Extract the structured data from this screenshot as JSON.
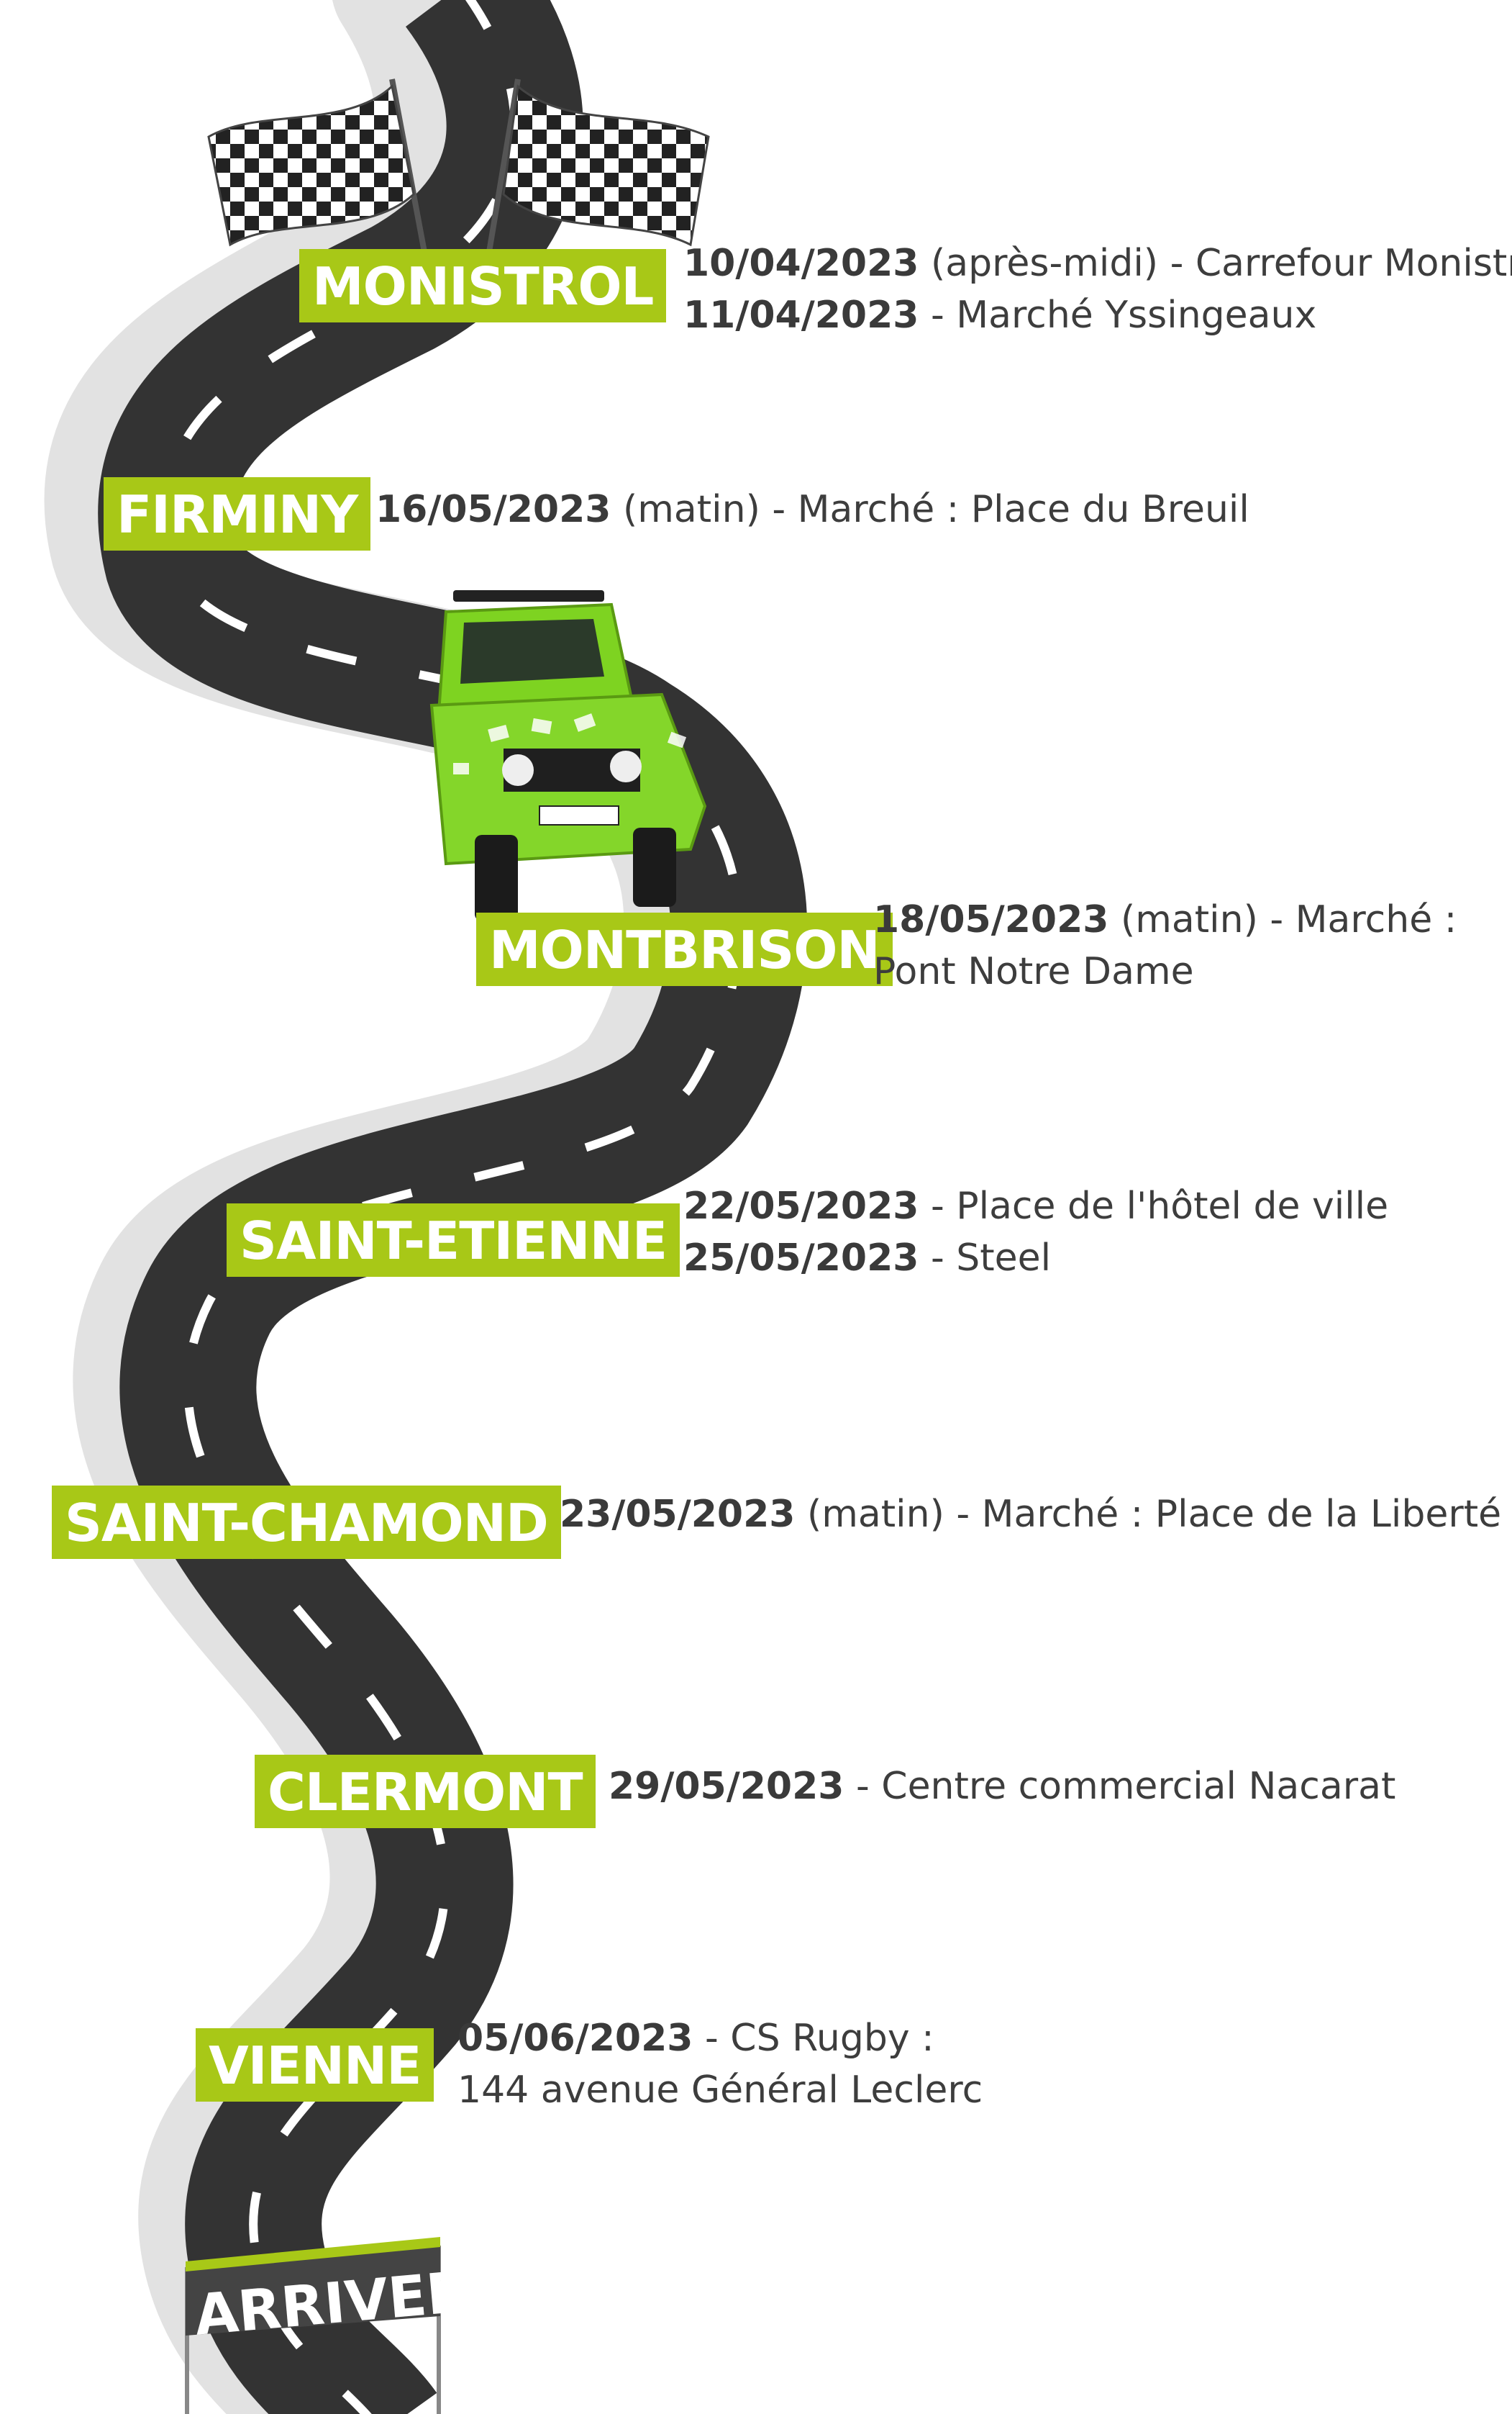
{
  "stops": [
    {
      "city": "MONISTROL",
      "lines": [
        {
          "date": "10/04/2023",
          "text": " (après-midi) - Carrefour Monistrol"
        },
        {
          "date": "11/04/2023",
          "text": " - Marché Yssingeaux"
        }
      ]
    },
    {
      "city": "FIRMINY",
      "lines": [
        {
          "date": "16/05/2023",
          "text": " (matin) - Marché : Place du Breuil"
        }
      ]
    },
    {
      "city": "MONTBRISON",
      "lines": [
        {
          "date": "18/05/2023",
          "text": " (matin) - Marché :"
        },
        {
          "date": "",
          "text": "Pont Notre Dame"
        }
      ]
    },
    {
      "city": "SAINT-ETIENNE",
      "lines": [
        {
          "date": "22/05/2023",
          "text": " - Place de l'hôtel de ville"
        },
        {
          "date": "25/05/2023",
          "text": " - Steel"
        }
      ]
    },
    {
      "city": "SAINT-CHAMOND",
      "lines": [
        {
          "date": "23/05/2023",
          "text": " (matin) - Marché : Place de la Liberté"
        }
      ]
    },
    {
      "city": "CLERMONT",
      "lines": [
        {
          "date": "29/05/2023",
          "text": " - Centre commercial Nacarat"
        }
      ]
    },
    {
      "city": "VIENNE",
      "lines": [
        {
          "date": "05/06/2023",
          "text": " - CS Rugby :"
        },
        {
          "date": "",
          "text": "144 avenue Général Leclerc"
        }
      ]
    }
  ],
  "finish_banner": "ARRIVEE",
  "colors": {
    "accent": "#a8c817",
    "road": "#333333",
    "road_shadow": "#e2e2e2",
    "text": "#3d3d3d",
    "car": "#7ed321"
  },
  "icons": [
    "checkered-flag-icon",
    "checkered-flag-icon",
    "car-icon",
    "finish-banner-icon"
  ]
}
